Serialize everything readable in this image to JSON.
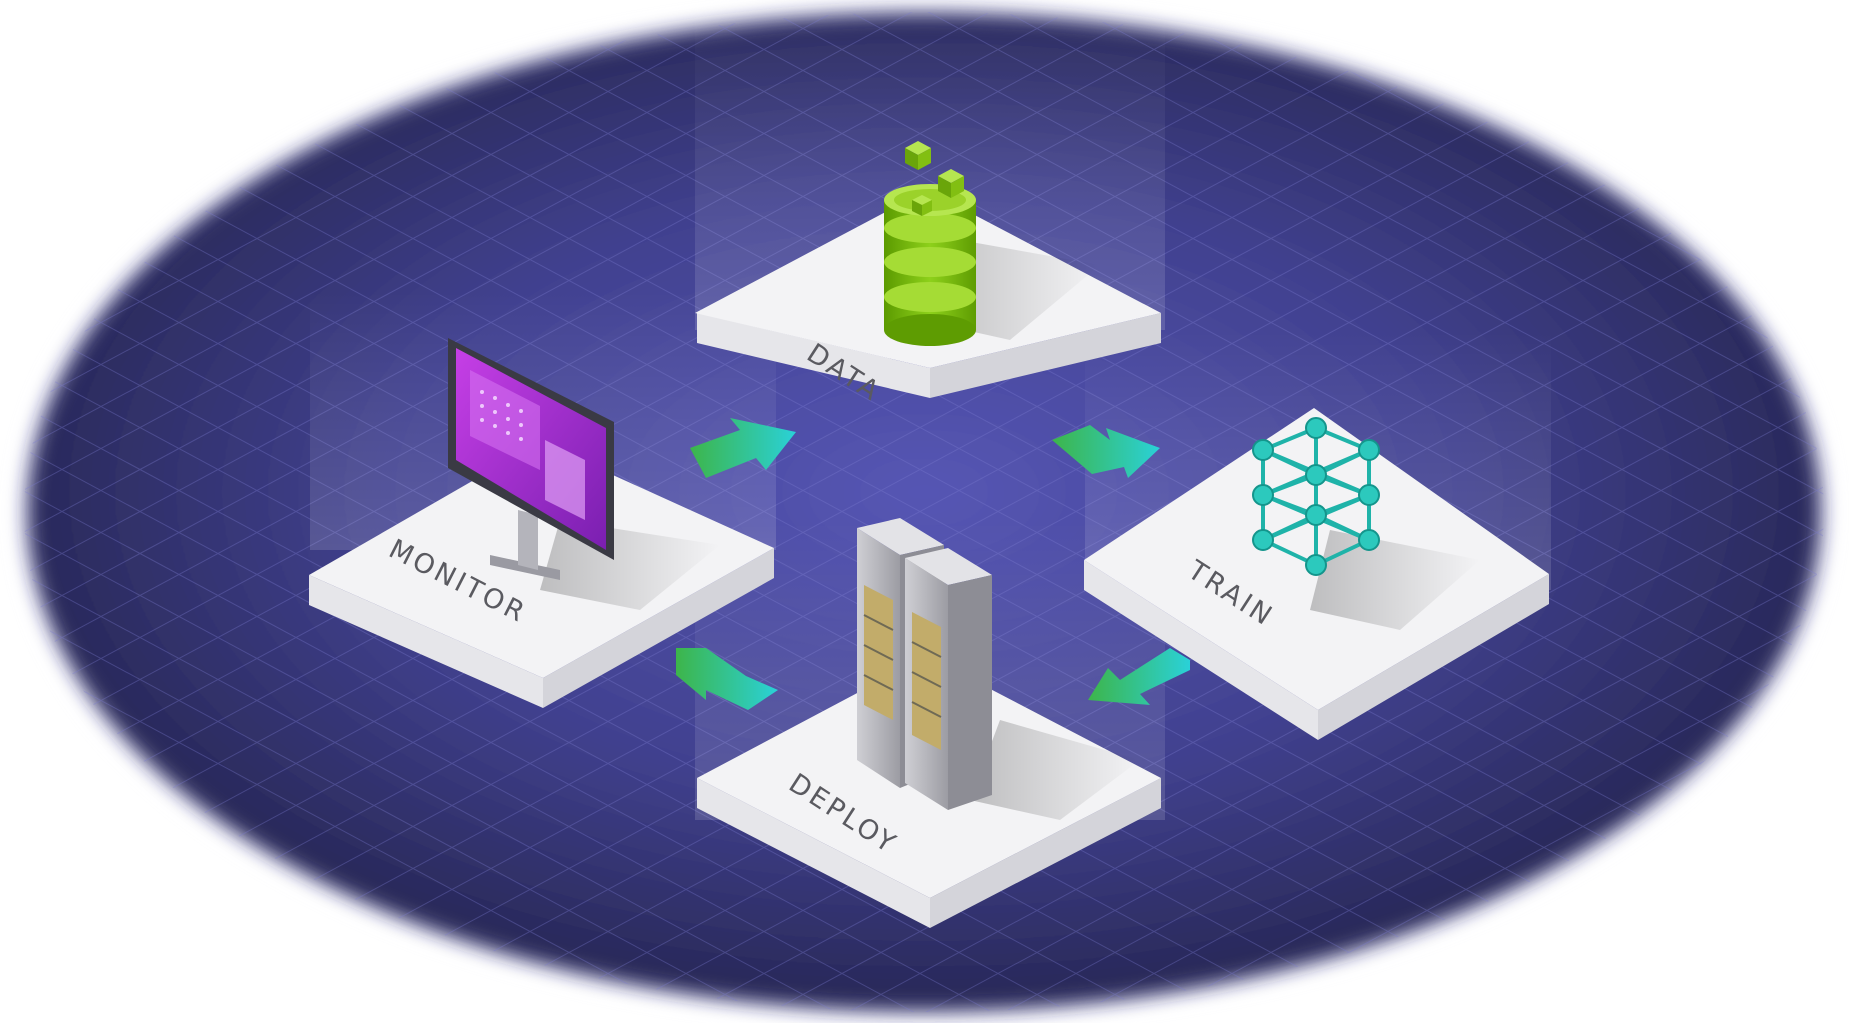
{
  "stations": {
    "data": {
      "label": "DATA",
      "icon": "database-icon"
    },
    "train": {
      "label": "TRAIN",
      "icon": "neural-network-icon"
    },
    "deploy": {
      "label": "DEPLOY",
      "icon": "server-rack-icon"
    },
    "monitor": {
      "label": "MONITOR",
      "icon": "monitor-icon"
    }
  },
  "flow": [
    "MONITOR",
    "DATA",
    "TRAIN",
    "DEPLOY",
    "MONITOR"
  ],
  "colors": {
    "background": "#3f3f95",
    "tile": "#f2f2f4",
    "arrow_start": "#3db54a",
    "arrow_end": "#2ad1d8",
    "database": "#76b900",
    "network": "#1fb3a9",
    "screen": "#b02fd6",
    "server": "#b9b9bf"
  }
}
